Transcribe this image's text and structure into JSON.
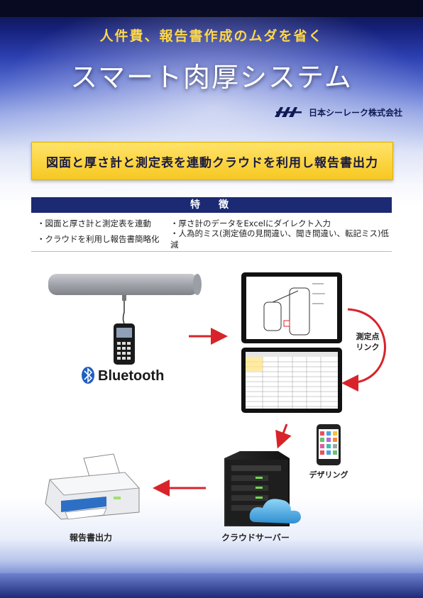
{
  "header": {
    "tagline": "人件費、報告書作成のムダを省く",
    "title": "スマート肉厚システム",
    "company": "日本シーレーク株式会社"
  },
  "banner": {
    "text": "図面と厚さ計と測定表を連動クラウドを利用し報告書出力"
  },
  "features": {
    "heading": "特　徴",
    "items": [
      "・図面と厚さ計と測定表を連動",
      "・厚さ計のデータをExcelにダイレクト入力",
      "・クラウドを利用し報告書簡略化",
      "・人為的ミス(測定値の見間違い、聞き間違い、転記ミス)低減"
    ]
  },
  "diagram": {
    "bluetooth_label": "Bluetooth",
    "link_label_line1": "測定点",
    "link_label_line2": "リンク",
    "tethering_label": "デザリング",
    "cloud_server_label": "クラウドサーバー",
    "report_output_label": "報告書出力"
  },
  "colors": {
    "accent_red": "#d8232a",
    "banner_yellow": "#f7c821",
    "navy": "#1b2a73",
    "bluetooth_blue": "#1f5fbf"
  },
  "icons": [
    "bluetooth-icon",
    "gauge-device-icon",
    "pipe-icon",
    "tablet-drawing-icon",
    "tablet-table-icon",
    "smartphone-icon",
    "server-icon",
    "cloud-icon",
    "printer-icon",
    "arrow-icon"
  ]
}
